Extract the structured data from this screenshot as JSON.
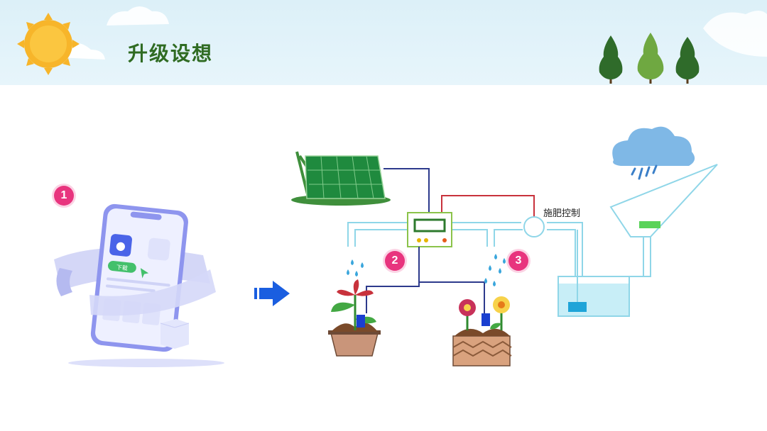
{
  "header": {
    "title": "升级设想"
  },
  "steps": [
    {
      "number": "1"
    },
    {
      "number": "2"
    },
    {
      "number": "3"
    }
  ],
  "phone": {
    "download_label": "下载"
  },
  "system": {
    "fertilizer_control_label": "施肥控制"
  },
  "colors": {
    "title": "#2f6b22",
    "badge": "#e8347e",
    "pipe": "#8fd6e8",
    "wire_blue": "#2d3a8c",
    "wire_red": "#c8323c",
    "solar": "#1f8a3e",
    "arrow": "#1a5ee0"
  }
}
